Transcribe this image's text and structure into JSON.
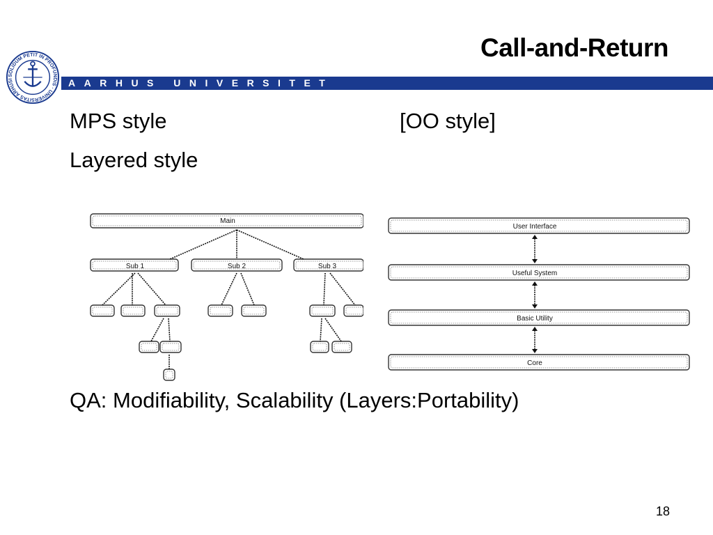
{
  "header": {
    "title": "Call-and-Return",
    "university": "AARHUS UNIVERSITET",
    "seal_text": "SOLIDUM PETIT IN PROFUNDIS · UNIVERSITAS ARHUSIENSIS"
  },
  "body": {
    "line1_left": "MPS style",
    "line1_right": "[OO style]",
    "line2": "Layered style",
    "qa_line": "QA: Modifiability, Scalability (Layers:Portability)"
  },
  "mps_diagram": {
    "main_label": "Main",
    "sub_labels": [
      "Sub 1",
      "Sub 2",
      "Sub 3"
    ]
  },
  "layered_diagram": {
    "layers": [
      "User Interface",
      "Useful System",
      "Basic Utility",
      "Core"
    ]
  },
  "footer": {
    "page_number": "18"
  },
  "colors": {
    "band": "#1a3a8f",
    "text": "#000000"
  }
}
